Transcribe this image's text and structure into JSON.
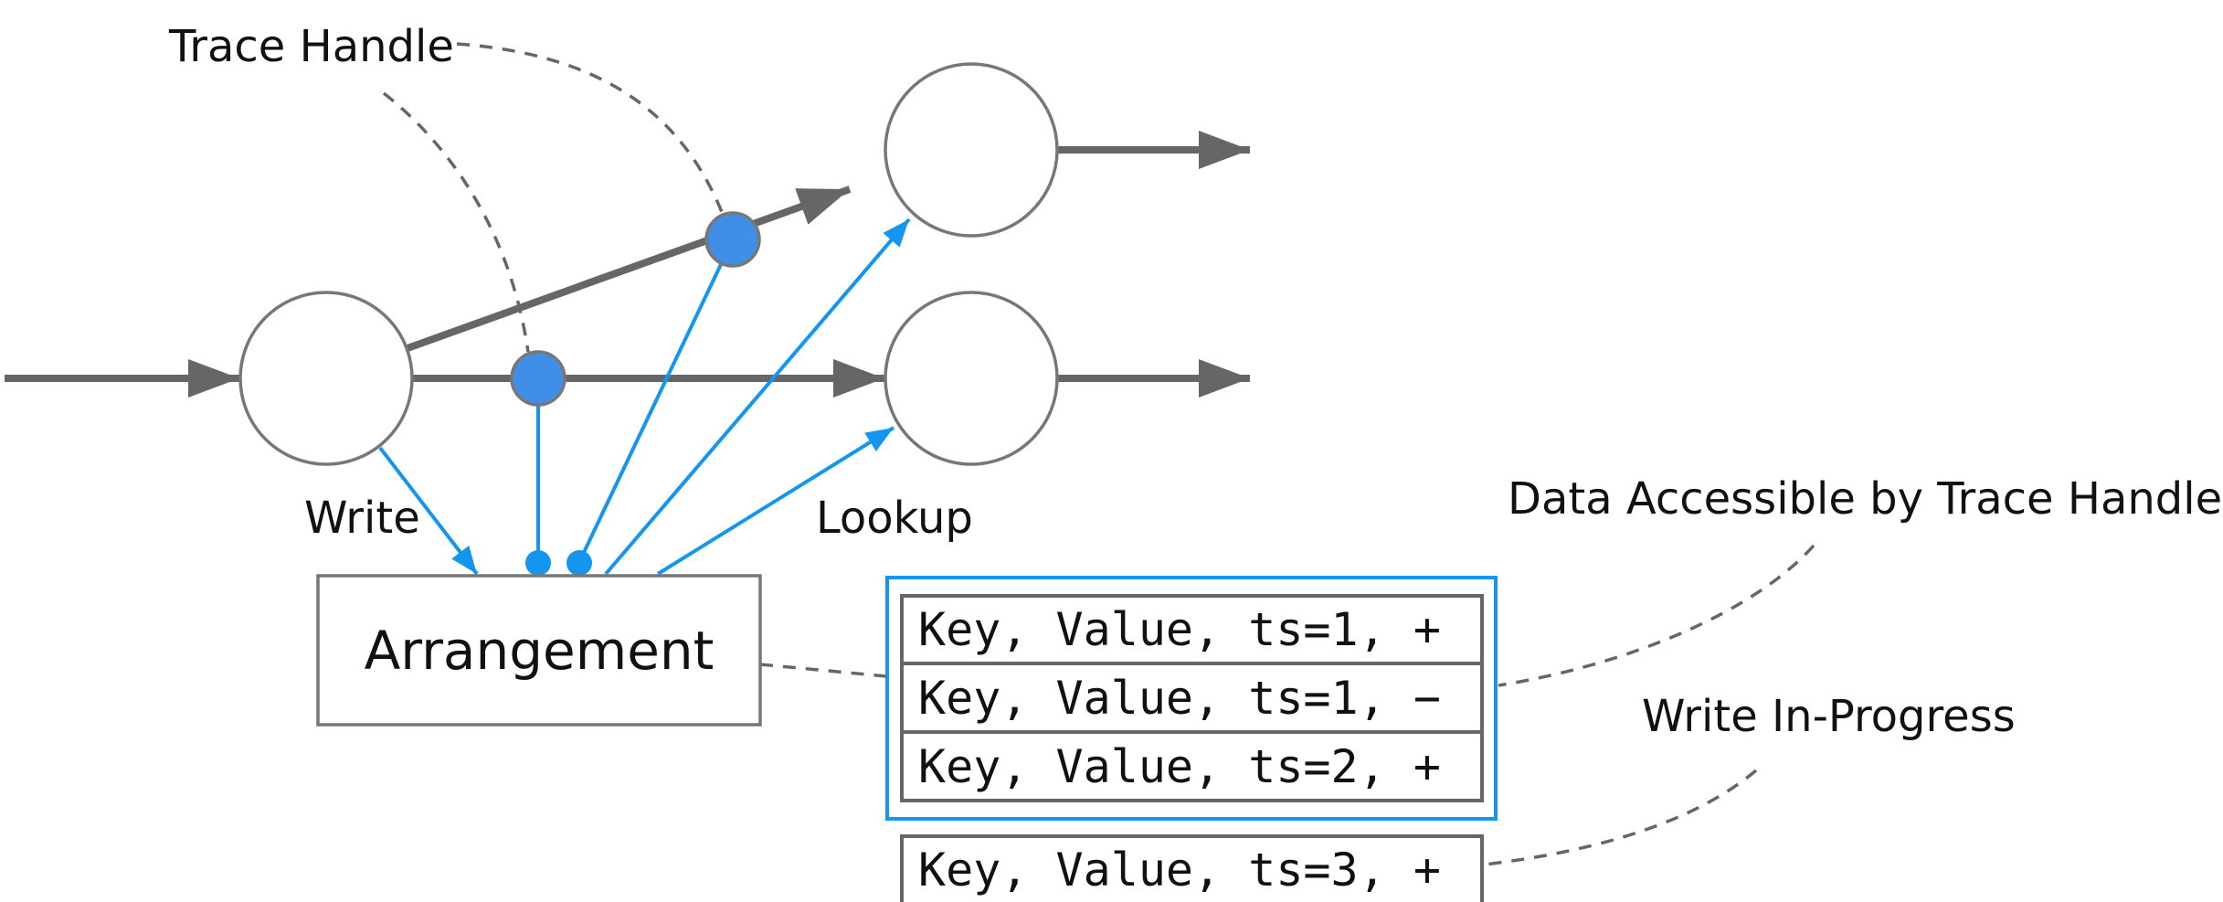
{
  "labels": {
    "trace_handle": "Trace Handle",
    "write": "Write",
    "lookup": "Lookup",
    "arrangement": "Arrangement",
    "data_accessible": "Data Accessible by Trace Handle",
    "write_in_progress": "Write In-Progress"
  },
  "records": {
    "accessible": [
      "Key, Value, ts=1, +",
      "Key, Value, ts=1, −",
      "Key, Value, ts=2, +"
    ],
    "in_progress": "Key, Value, ts=3, +"
  },
  "colors": {
    "gray": "#666666",
    "blue": "#1296f0",
    "node_blue": "#3f8fe8"
  }
}
